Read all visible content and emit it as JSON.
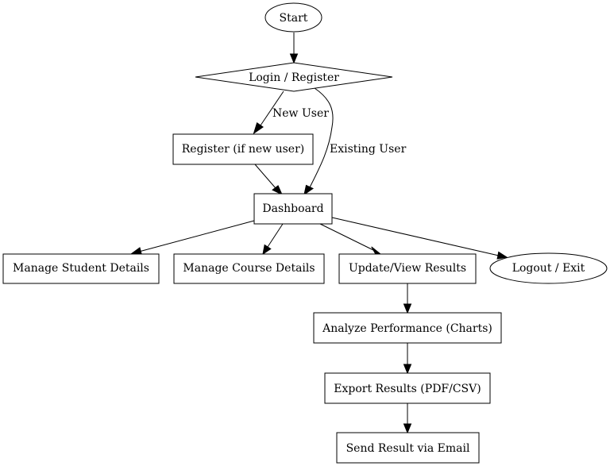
{
  "nodes": {
    "start": "Start",
    "login": "Login / Register",
    "register": "Register (if new user)",
    "dashboard": "Dashboard",
    "manage_students": "Manage Student Details",
    "manage_courses": "Manage Course Details",
    "results": "Update/View Results",
    "logout": "Logout / Exit",
    "analyze": "Analyze Performance (Charts)",
    "export": "Export Results (PDF/CSV)",
    "email": "Send Result via Email"
  },
  "edges": {
    "new_user": "New User",
    "existing_user": "Existing User"
  }
}
